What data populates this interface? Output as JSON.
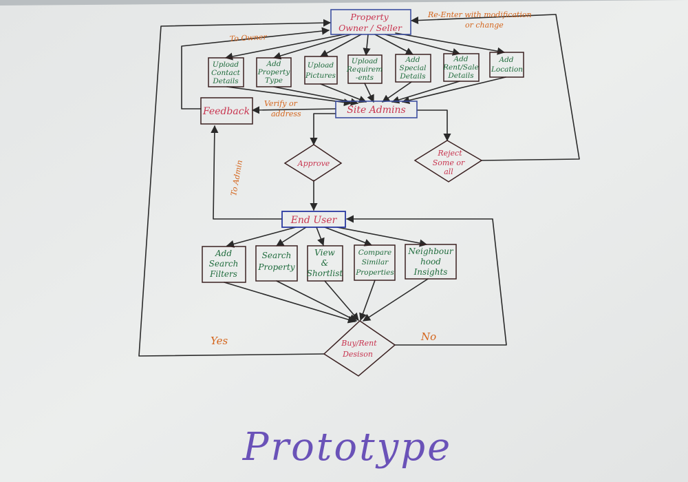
{
  "title": "Prototype",
  "nodes": {
    "owner": [
      "Property",
      "Owner / Seller"
    ],
    "upload_contact": [
      "Upload",
      "Contact",
      "Details"
    ],
    "add_property_type": [
      "Add",
      "Property",
      "Type"
    ],
    "upload_pictures": [
      "Upload",
      "Pictures"
    ],
    "upload_requirements": [
      "Upload",
      "Requirem",
      "-ents"
    ],
    "add_special_details": [
      "Add",
      "Special",
      "Details"
    ],
    "add_rent_sale": [
      "Add",
      "Rent/Sale",
      "Details"
    ],
    "add_location": [
      "Add",
      "Location"
    ],
    "feedback": "Feedback",
    "site_admin": "Site Admins",
    "approve": "Approve",
    "reject": [
      "Reject",
      "Some or",
      "all"
    ],
    "end_user": "End User",
    "add_search_filters": [
      "Add",
      "Search",
      "Filters"
    ],
    "search_property": [
      "Search",
      "Property"
    ],
    "view_shortlist": [
      "View",
      "&",
      "Shortlist"
    ],
    "compare_similar": [
      "Compare",
      "Similar",
      "Properties"
    ],
    "neighbourhood": [
      "Neighbour",
      "hood",
      "Insights"
    ],
    "decision": [
      "Buy/Rent",
      "Desison"
    ]
  },
  "edge_labels": {
    "to_owner": "To Owner",
    "reenter": [
      "Re-Enter with modification",
      "or change"
    ],
    "verify": [
      "Verify or",
      "address"
    ],
    "to_admin": "To Admin",
    "yes": "Yes",
    "no": "No"
  },
  "colors": {
    "title": "#6a52b8",
    "node_text_red": "#c8344f",
    "node_text_green": "#1f6b3c",
    "annotation_orange": "#d4651c",
    "box_blue": "#3d4fa0",
    "line": "#2a2a2a"
  }
}
